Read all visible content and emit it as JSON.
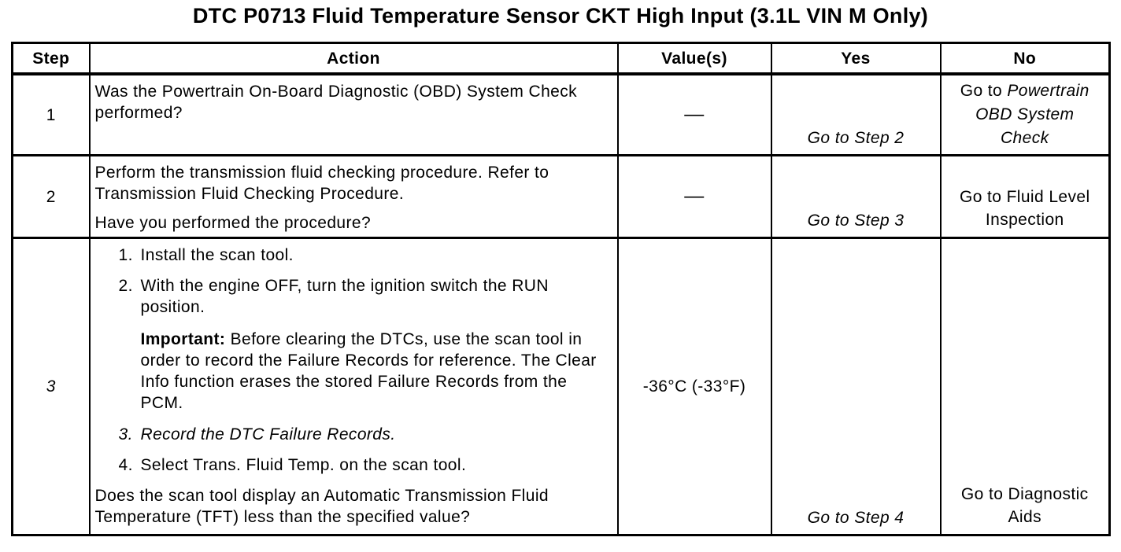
{
  "title": "DTC P0713 Fluid Temperature Sensor CKT High Input (3.1L VIN M Only)",
  "table": {
    "headers": [
      "Step",
      "Action",
      "Value(s)",
      "Yes",
      "No"
    ],
    "rows": [
      {
        "step": "1",
        "action": "Was the Powertrain On-Board Diagnostic (OBD) System Check performed?",
        "value": "—",
        "yes": "Go to Step 2",
        "no_pre": "Go to ",
        "no_italic_lines": [
          "Powertrain",
          "OBD System",
          "Check"
        ]
      },
      {
        "step": "2",
        "action_p1": "Perform the transmission fluid checking procedure. Refer to Transmission Fluid Checking Procedure.",
        "action_p2": "Have you performed the procedure?",
        "value": "—",
        "yes": "Go to Step 3",
        "no_lines": [
          "Go to Fluid Level",
          "Inspection"
        ]
      },
      {
        "step": "3",
        "list": [
          {
            "num": "1.",
            "text": "Install the scan tool."
          },
          {
            "num": "2.",
            "text": "With the engine OFF, turn the ignition switch the RUN position."
          },
          {
            "num": "3.",
            "text": "Record the DTC Failure Records."
          },
          {
            "num": "4.",
            "text": "Select Trans. Fluid Temp. on the scan tool."
          }
        ],
        "important_label": "Important:",
        "important_text": "Before clearing the DTCs, use the scan tool in order to record the Failure Records for reference. The Clear Info function erases the stored Failure Records from the PCM.",
        "question": "Does the scan tool display an Automatic Transmission Fluid Temperature (TFT) less than the specified value?",
        "value": "-36°C (-33°F)",
        "yes": "Go to Step 4",
        "no_lines": [
          "Go to Diagnostic",
          "Aids"
        ]
      }
    ]
  }
}
